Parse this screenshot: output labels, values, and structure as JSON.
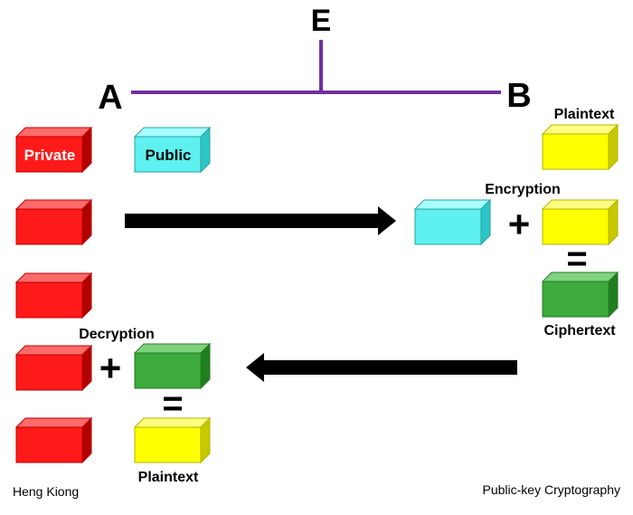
{
  "parties": {
    "a": "A",
    "b": "B",
    "e": "E"
  },
  "keys": {
    "private_label": "Private",
    "public_label": "Public"
  },
  "operations": {
    "encryption": "Encryption",
    "decryption": "Decryption",
    "plus": "+",
    "equals": "="
  },
  "messages": {
    "plaintext_top": "Plaintext",
    "ciphertext": "Ciphertext",
    "plaintext_bottom": "Plaintext"
  },
  "footer": {
    "author": "Heng Kiong",
    "title": "Public-key Cryptography"
  },
  "colors": {
    "private_key": "#ff1a1a",
    "public_key": "#5ff0f0",
    "plaintext": "#ffff00",
    "ciphertext": "#3caa3c",
    "channel_line": "#7030a0",
    "arrow": "#000000"
  }
}
